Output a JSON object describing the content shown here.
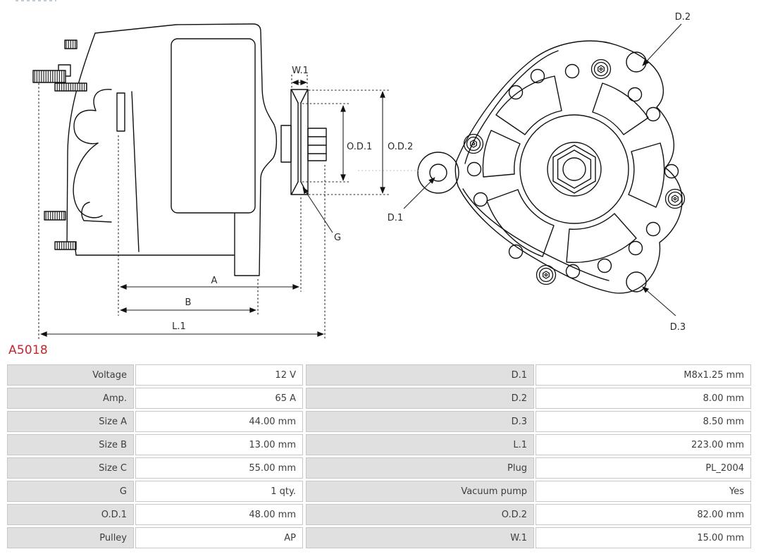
{
  "part_number": "A5018",
  "drawing": {
    "dimension_labels": {
      "w1": "W.1",
      "od1": "O.D.1",
      "od2": "O.D.2",
      "g": "G",
      "a": "A",
      "b": "B",
      "l1": "L.1",
      "d1": "D.1",
      "d2": "D.2",
      "d3": "D.3"
    }
  },
  "spec_table": {
    "rows": [
      {
        "l1": "Voltage",
        "v1": "12 V",
        "l2": "D.1",
        "v2": "M8x1.25 mm"
      },
      {
        "l1": "Amp.",
        "v1": "65 A",
        "l2": "D.2",
        "v2": "8.00 mm"
      },
      {
        "l1": "Size A",
        "v1": "44.00 mm",
        "l2": "D.3",
        "v2": "8.50 mm"
      },
      {
        "l1": "Size B",
        "v1": "13.00 mm",
        "l2": "L.1",
        "v2": "223.00 mm"
      },
      {
        "l1": "Size C",
        "v1": "55.00 mm",
        "l2": "Plug",
        "v2": "PL_2004"
      },
      {
        "l1": "G",
        "v1": "1 qty.",
        "l2": "Vacuum pump",
        "v2": "Yes"
      },
      {
        "l1": "O.D.1",
        "v1": "48.00 mm",
        "l2": "O.D.2",
        "v2": "82.00 mm"
      },
      {
        "l1": "Pulley",
        "v1": "AP",
        "l2": "W.1",
        "v2": "15.00 mm"
      }
    ]
  },
  "colors": {
    "part_number_red": "#c1272d",
    "table_label_bg": "#e0e0e0",
    "table_border": "#c7c7c7",
    "drawing_line": "#111111",
    "text": "#3d3d3d"
  }
}
